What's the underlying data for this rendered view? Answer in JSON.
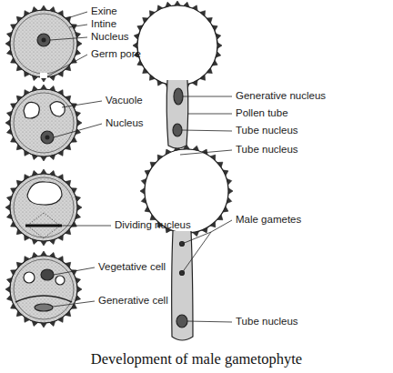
{
  "diagram": {
    "caption": "Development of male gametophyte",
    "labels": [
      "Exine",
      "Intine",
      "Nucleus",
      "Germ pore",
      "Vacuole",
      "Nucleus",
      "Dividing nucleus",
      "Vegetative cell",
      "Generative cell",
      "Generative nucleus",
      "Pollen tube",
      "Tube nucleus",
      "Tube nucleus",
      "Male gametes",
      "Tube nucleus"
    ]
  }
}
